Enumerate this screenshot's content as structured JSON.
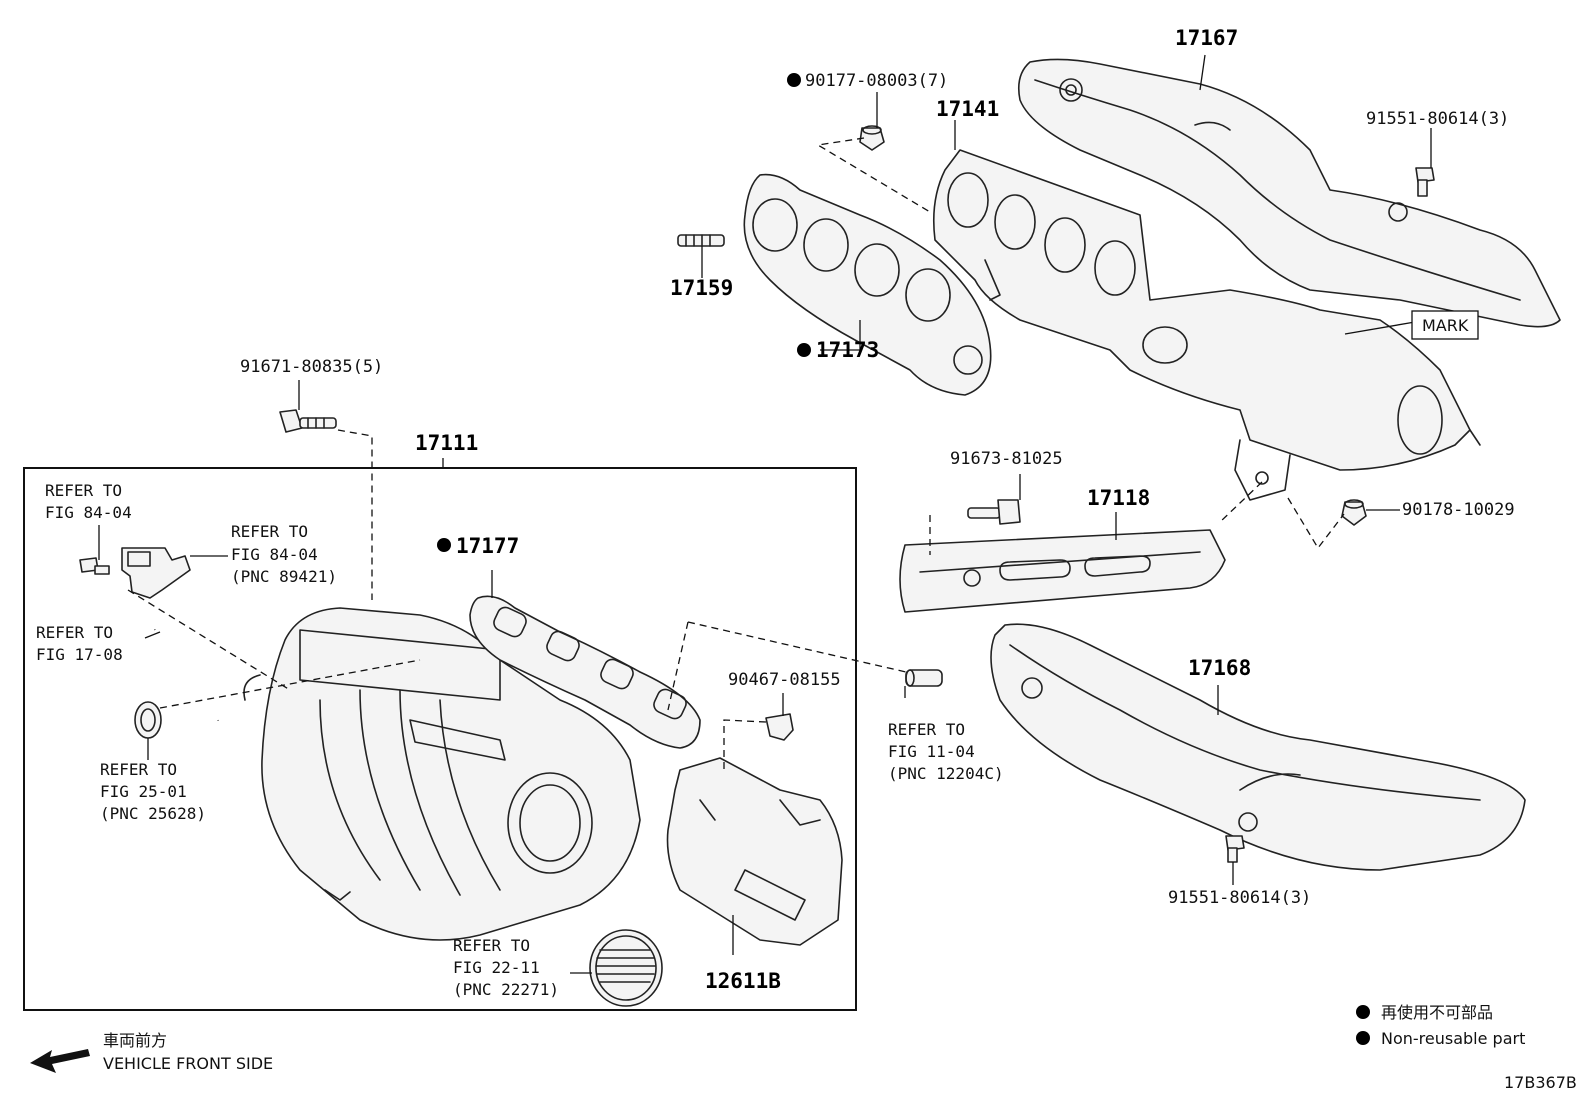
{
  "parts": {
    "p17167": "17167",
    "p90177": "90177-08003(7)",
    "p17141": "17141",
    "p91551a": "91551-80614(3)",
    "p17159": "17159",
    "p17173": "17173",
    "mark": "MARK",
    "p91671": "91671-80835(5)",
    "p17111": "17111",
    "p91673": "91673-81025",
    "p17118": "17118",
    "p90178": "90178-10029",
    "p17177": "17177",
    "p90467": "90467-08155",
    "p17168": "17168",
    "p91551b": "91551-80614(3)",
    "p12611b": "12611B"
  },
  "refs": {
    "r8404a": [
      "REFER TO",
      "FIG 84-04"
    ],
    "r8404b": [
      "REFER TO",
      "FIG 84-04",
      "(PNC 89421)"
    ],
    "r1708": [
      "REFER TO",
      "FIG 17-08"
    ],
    "r2501": [
      "REFER TO",
      "FIG 25-01",
      "(PNC 25628)"
    ],
    "r1104": [
      "REFER TO",
      "FIG 11-04",
      "(PNC 12204C)"
    ],
    "r2211": [
      "REFER TO",
      "FIG 22-11",
      "(PNC 22271)"
    ]
  },
  "legend": {
    "jp": "再使用不可部品",
    "en": "Non-reusable part"
  },
  "direction": {
    "jp": "車両前方",
    "en": "VEHICLE FRONT SIDE"
  },
  "diagram_id": "17B367B"
}
